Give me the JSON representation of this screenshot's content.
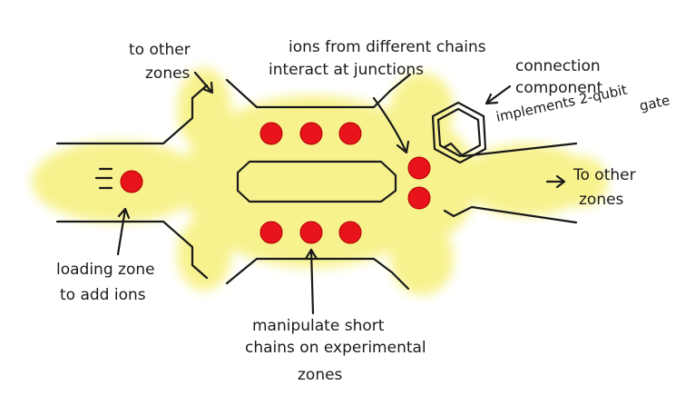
{
  "colors": {
    "glow": "#f6f07a",
    "ion": "#e8141c",
    "ink": "#1a1a1a",
    "background": "#ffffff"
  },
  "annotations": {
    "other_zones_top": [
      "to other",
      "zones"
    ],
    "junction_note": [
      "ions from different chains",
      "interact at junctions"
    ],
    "connection_note": [
      "connection",
      "component",
      "implements 2-qubit",
      "gate"
    ],
    "other_zones_right": [
      "To other",
      "zones"
    ],
    "loading_note": [
      "loading zone",
      "to add ions"
    ],
    "experimental_note": [
      "manipulate short",
      "chains on experimental",
      "zones"
    ]
  }
}
